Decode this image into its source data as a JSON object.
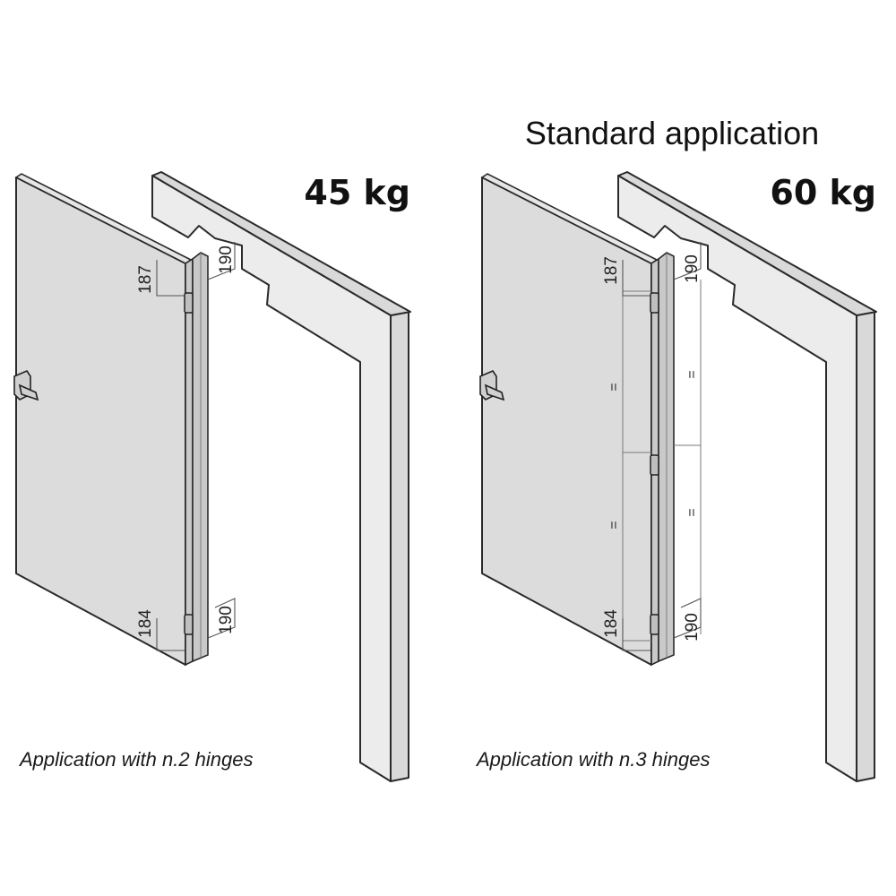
{
  "header": {
    "title": "Standard application"
  },
  "panels": [
    {
      "weight": "45 kg",
      "caption": "Application with n.2 hinges",
      "dimensions": {
        "top_door": "187",
        "top_frame": "190",
        "bottom_door": "184",
        "bottom_frame": "190"
      }
    },
    {
      "weight": "60 kg",
      "caption": "Application with n.3 hinges",
      "dimensions": {
        "top_door": "187",
        "top_frame": "190",
        "bottom_door": "184",
        "bottom_frame": "190"
      },
      "equal_mark": "="
    }
  ]
}
